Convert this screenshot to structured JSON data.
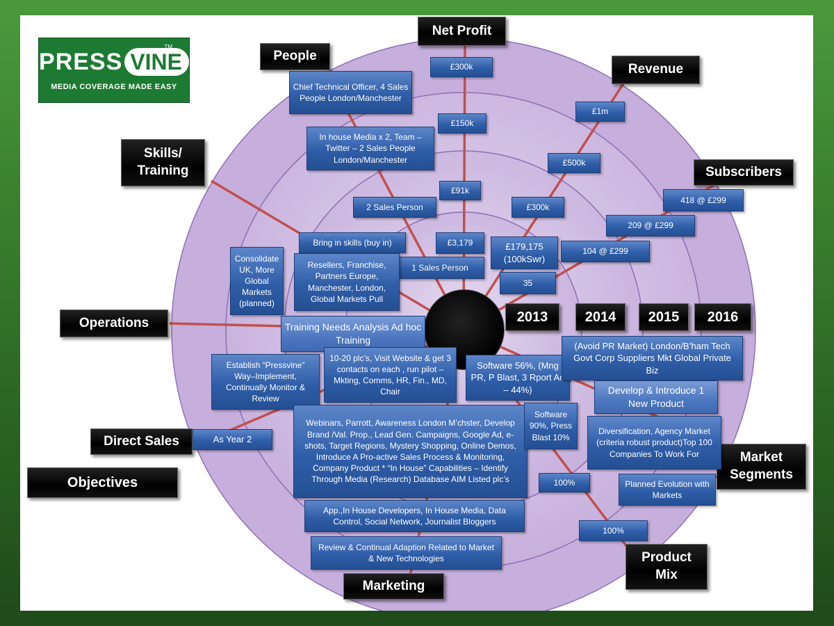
{
  "logo": {
    "brand_part1": "PRESS",
    "brand_part2": "VINE",
    "trademark": "TM",
    "tagline": "MEDIA COVERAGE MADE EASY"
  },
  "axis_labels": {
    "net_profit": "Net Profit",
    "people": "People",
    "revenue": "Revenue",
    "skills_training": "Skills/ Training",
    "subscribers": "Subscribers",
    "operations": "Operations",
    "direct_sales": "Direct Sales",
    "objectives": "Objectives",
    "market_segments": "Market Segments",
    "product_mix": "Product Mix",
    "marketing": "Marketing"
  },
  "years": [
    "2013",
    "2014",
    "2015",
    "2016"
  ],
  "net_profit": [
    "£300k",
    "£150k",
    "£91k",
    "£3,179"
  ],
  "revenue": [
    "£1m",
    "£500k",
    "£300k",
    "£179,175 (100kSwr)"
  ],
  "subscribers": [
    "418 @ £299",
    "209 @ £299",
    "104 @ £299",
    "35"
  ],
  "people": [
    "Chief Technical Officer, 4 Sales People London/Manchester",
    "In house Media x 2, Team – Twitter – 2 Sales People London/Manchester",
    "2 Sales Person",
    "1 Sales Person"
  ],
  "skills": [
    "Bring in skills (buy in)"
  ],
  "operations": [
    "Consolidate UK, More Global Markets (planned)",
    "Resellers, Franchise, Partners Europe, Manchester, London, Global Markets Pull",
    "Training Needs Analysis Ad hoc Training"
  ],
  "objectives_items": [
    "Establish “Pressvine” Way–Implement, Continually Monitor & Review",
    "10-20 plc’s, Visit Website & get 3 contacts on each , run pilot – Mkting, Comms, HR, Fin., MD, Chair"
  ],
  "direct_sales": [
    "As Year 2"
  ],
  "marketing": [
    "Webinars, Parrott, Awareness London M’chster, Develop Brand /Val. Prop., Lead Gen. Campaigns, Google Ad, e-shots, Target Regions, Mystery Shopping, Online Demos, Introduce A Pro-active Sales Process & Monitoring, Company Product * “In House” Capabilities – Identify Through Media (Research) Database AIM Listed plc’s",
    "App.,In House Developers, In House Media, Data Control, Social Network, Journalist Bloggers",
    "Review & Continual Adaption Related to Market & New Technologies"
  ],
  "product_mix": [
    "Software 56%, (Mng PR, P Blast, 3 Rport Ad – 44%)",
    "Software 90%, Press Blast 10%",
    "100%",
    "100%"
  ],
  "market_segments": [
    "(Avoid PR Market) London/B’ham Tech Govt Corp Suppliers Mkt Global Private Biz",
    "Develop & Introduce 1 New Product",
    "Diversification, Agency Market (criteria robust product)Top 100 Companies To Work For",
    "Planned Evolution with Markets"
  ],
  "colors": {
    "ring_fill": "#c9b3df",
    "ring_stroke": "#8f6fb3",
    "spoke": "#c0504d",
    "box_fill": "#2f5ea8",
    "label_fill": "#000000",
    "brand_green": "#1d7a32"
  }
}
